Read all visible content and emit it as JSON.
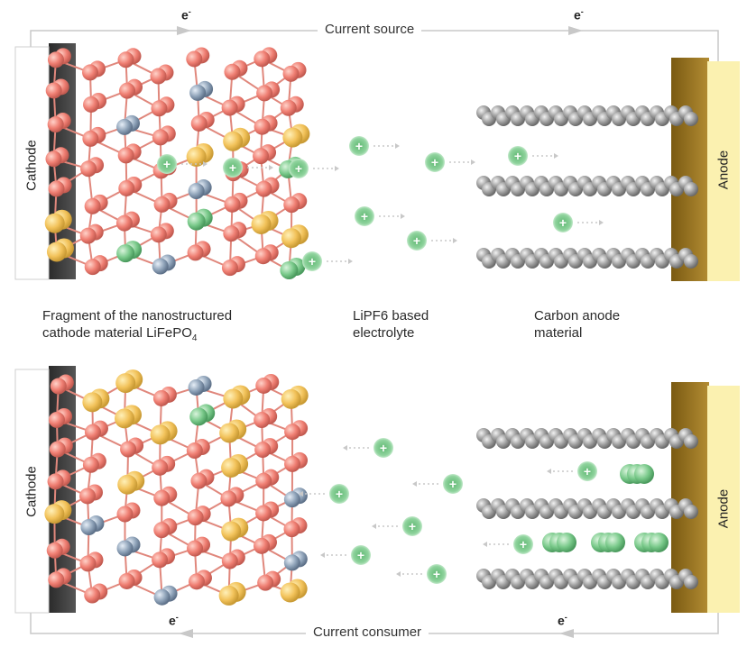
{
  "top": {
    "circuit_label": "Current source",
    "electron_label": "e",
    "electron_charge": "-",
    "cathode_label": "Cathode",
    "anode_label": "Anode"
  },
  "captions": {
    "cathode_line1": "Fragment of the nanostructured",
    "cathode_line2_main": "cathode material LiFePO",
    "cathode_line2_sub": "4",
    "electrolyte_line1": "LiPF6 based",
    "electrolyte_line2": "electrolyte",
    "anode_line1": "Carbon anode",
    "anode_line2": "material"
  },
  "bottom": {
    "circuit_label": "Current consumer",
    "electron_label": "e",
    "electron_charge": "-",
    "cathode_label": "Cathode",
    "anode_label": "Anode"
  },
  "ion_symbol": "+",
  "colors": {
    "cathode_plate": "#3c3c3c",
    "anode_plate": "#a8822a",
    "anode_face": "#fbf1b0",
    "oxygen": "#ef7e72",
    "iron": "#f2c25a",
    "phosphorus": "#8ea2b8",
    "lithium": "#79c98a",
    "carbon": "#9a9a9a",
    "wire": "#c8c8c8"
  }
}
